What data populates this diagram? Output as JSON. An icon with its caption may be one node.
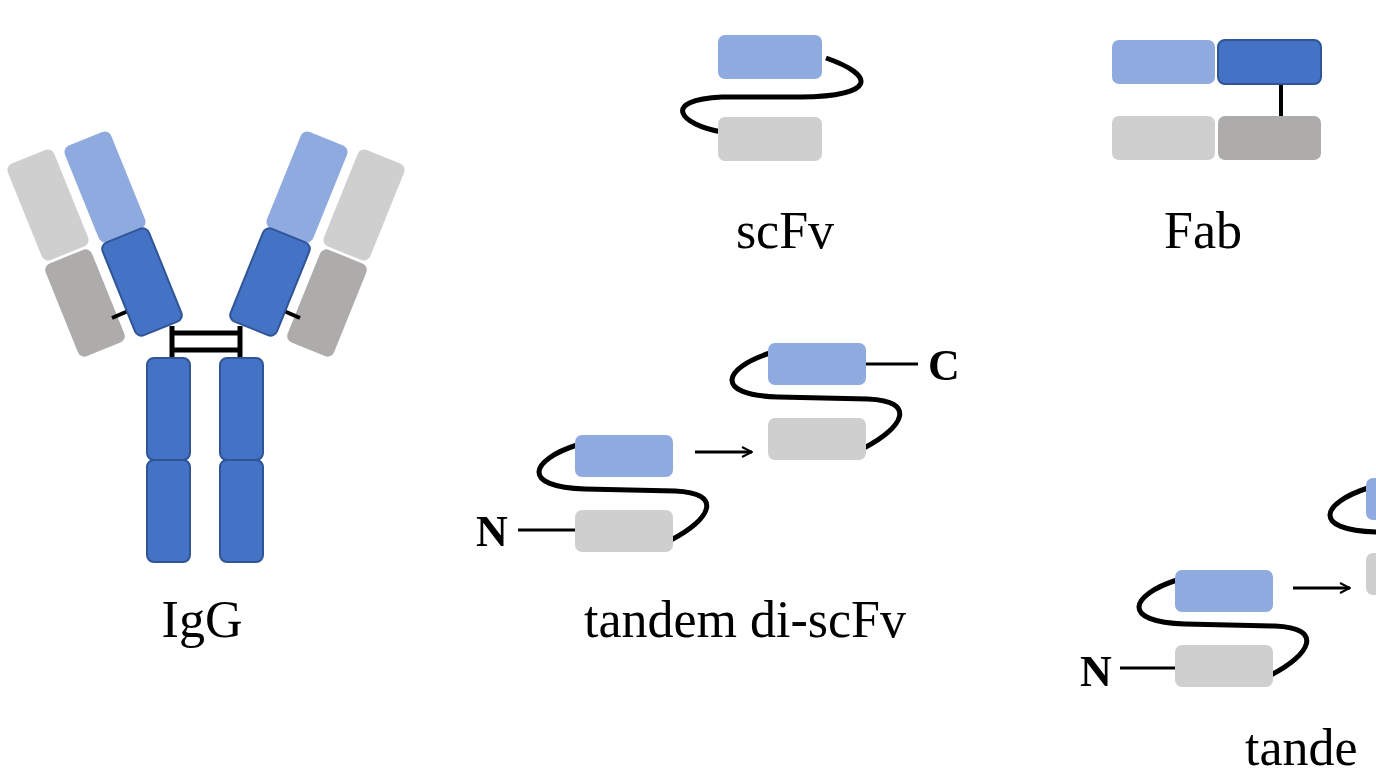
{
  "diagram": {
    "labels": [
      "scFv",
      "Fab",
      "C",
      "N",
      "IgG",
      "tandem di-scFv",
      "N",
      "tande"
    ]
  }
}
